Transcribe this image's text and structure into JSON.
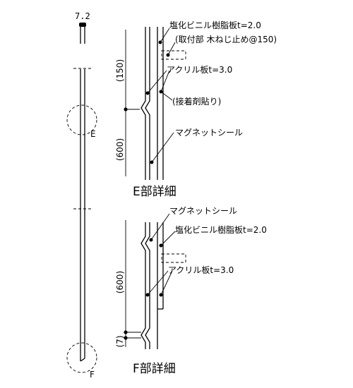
{
  "top_dimension": "7.2",
  "callout_e": "E",
  "callout_f": "F",
  "e_detail": {
    "title": "E部詳細",
    "dim_upper": "(150)",
    "dim_lower": "(600)",
    "label_pvc": "塩化ビニル樹脂板t=2.0",
    "label_fixing": "(取付部 木ねじ止め@150)",
    "label_acrylic": "アクリル板t=3.0",
    "label_adhesive": "(接着剤貼り)",
    "label_magnet": "マグネットシール"
  },
  "f_detail": {
    "title": "F部詳細",
    "dim_upper": "(600)",
    "dim_lower": "(7)",
    "label_magnet": "マグネットシール",
    "label_pvc": "塩化ビニル樹脂板t=2.0",
    "label_acrylic": "アクリル板t=3.0"
  }
}
